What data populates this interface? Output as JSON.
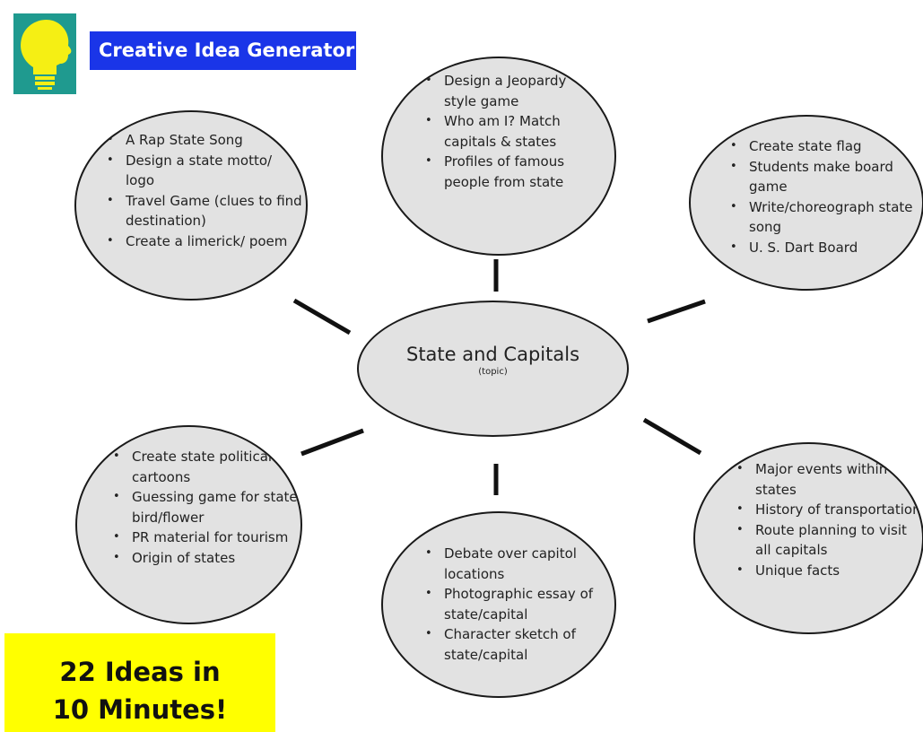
{
  "header": {
    "title": "Creative Idea Generator",
    "logo_icon": "lightbulb-head-icon"
  },
  "center": {
    "topic": "State and Capitals",
    "subtitle": "(topic)"
  },
  "bubbles": {
    "top_left": {
      "items": [
        "A Rap State Song",
        "Design a state motto/ logo",
        "Travel Game (clues to find destination)",
        "Create a limerick/ poem"
      ]
    },
    "top_center": {
      "items": [
        "Design a Jeopardy style game",
        "Who am I? Match capitals & states",
        "Profiles of famous people from state"
      ]
    },
    "top_right": {
      "items": [
        "Create state flag",
        "Students make board game",
        "Write/choreograph state song",
        "U. S. Dart Board"
      ]
    },
    "bottom_left": {
      "items": [
        "Create state political cartoons",
        "Guessing game for state bird/flower",
        "PR material for tourism",
        "Origin of states"
      ]
    },
    "bottom_center": {
      "items": [
        "Debate over capitol locations",
        "Photographic essay of state/capital",
        "Character sketch of state/capital"
      ]
    },
    "bottom_right": {
      "items": [
        "Major events within states",
        "History of transportation",
        "Route planning to visit all capitals",
        "Unique facts"
      ]
    }
  },
  "banner": {
    "line1": "22 Ideas in",
    "line2": "10 Minutes!"
  },
  "colors": {
    "title_bg": "#1a35e8",
    "logo_bg": "#1f9a8f",
    "bulb": "#f5ef14",
    "banner_bg": "#ffff00",
    "bubble_fill": "#e2e2e2"
  }
}
